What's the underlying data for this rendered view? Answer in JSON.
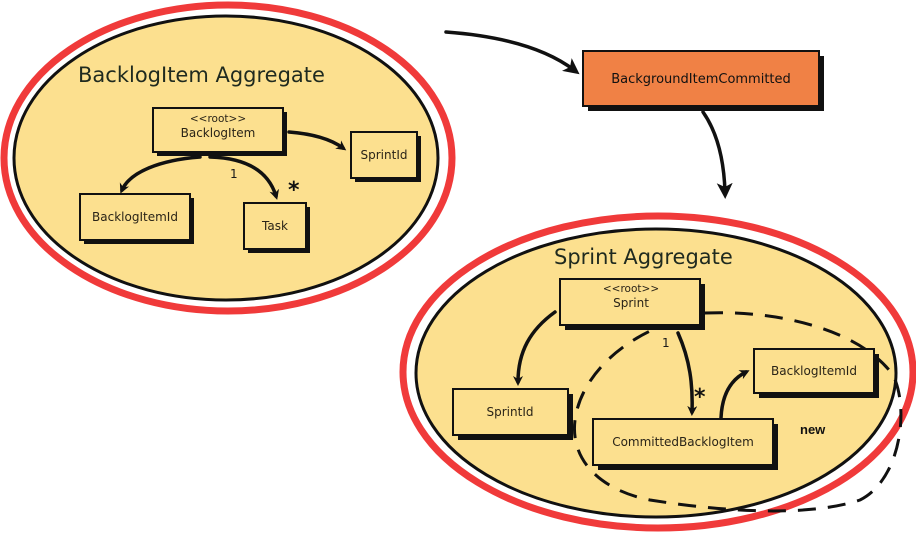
{
  "colors": {
    "aggregate_fill": "#fce08f",
    "aggregate_ring": "#f03a3a",
    "event_fill": "#f08145",
    "ink": "#111111"
  },
  "event": {
    "label": "BackgroundItemCommitted"
  },
  "backlog_aggregate": {
    "title": "BacklogItem Aggregate",
    "root": {
      "stereotype": "<<root>>",
      "label": "BacklogItem"
    },
    "boxes": {
      "sprint_id": "SprintId",
      "backlog_item_id": "BacklogItemId",
      "task": "Task"
    },
    "multiplicity_one": "1",
    "multiplicity_many": "*"
  },
  "sprint_aggregate": {
    "title": "Sprint Aggregate",
    "root": {
      "stereotype": "<<root>>",
      "label": "Sprint"
    },
    "boxes": {
      "sprint_id": "SprintId",
      "committed_backlog_item": "CommittedBacklogItem",
      "backlog_item_id": "BacklogItemId"
    },
    "multiplicity_one": "1",
    "multiplicity_many": "*",
    "new_label": "new"
  }
}
